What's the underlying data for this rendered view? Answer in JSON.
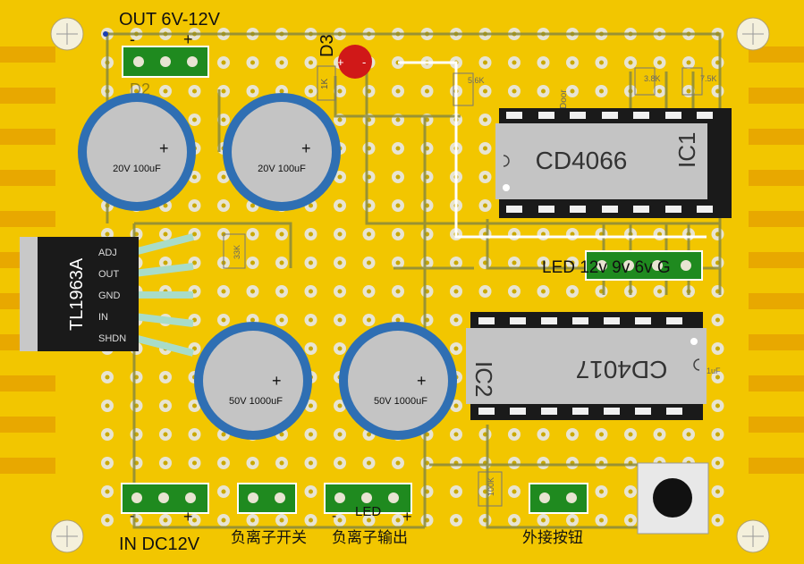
{
  "labels": {
    "out_title": "OUT 6V-12V",
    "out_minus": "-",
    "out_plus": "+",
    "d3": "D3",
    "d3_plus": "+",
    "d3_minus": "-",
    "r1k": "1K",
    "d2": "D2",
    "r56k": "5.6K",
    "r38k": "3.8K",
    "r75k": "7.5K",
    "r33k": "33K",
    "r100k": "100K",
    "r1uf": "1uF",
    "vert_text": "Door",
    "in_title": "IN DC12V",
    "in_minus": "-",
    "in_plus": "+",
    "ion_switch": "负离子开关",
    "ion_output": "负离子输出",
    "led_small": "LED",
    "ion_out_minus": "-",
    "ion_out_plus": "+",
    "ext_button": "外接按钮",
    "led_header": "LED 12v  9v  6v   G"
  },
  "capacitors": [
    {
      "rating": "20V 100uF",
      "polarity": "+"
    },
    {
      "rating": "20V 100uF",
      "polarity": "+"
    },
    {
      "rating": "50V 1000uF",
      "polarity": "+"
    },
    {
      "rating": "50V 1000uF",
      "polarity": "+"
    }
  ],
  "regulator": {
    "name": "TL1963A",
    "pins": [
      "ADJ",
      "OUT",
      "GND",
      "IN",
      "SHDN"
    ]
  },
  "ic1": {
    "name": "CD4066",
    "ref": "IC1"
  },
  "ic2": {
    "name": "CD4017",
    "ref": "IC2"
  },
  "colors": {
    "board": "#f2c600",
    "pad": "#e8e4d2",
    "trace": "#8a8a3c",
    "connector": "#1f8a1f",
    "cap_ring": "#2f6fb3",
    "cap_body": "#c0c0c0",
    "ic": "#1a1a1a",
    "led": "#d01818"
  }
}
